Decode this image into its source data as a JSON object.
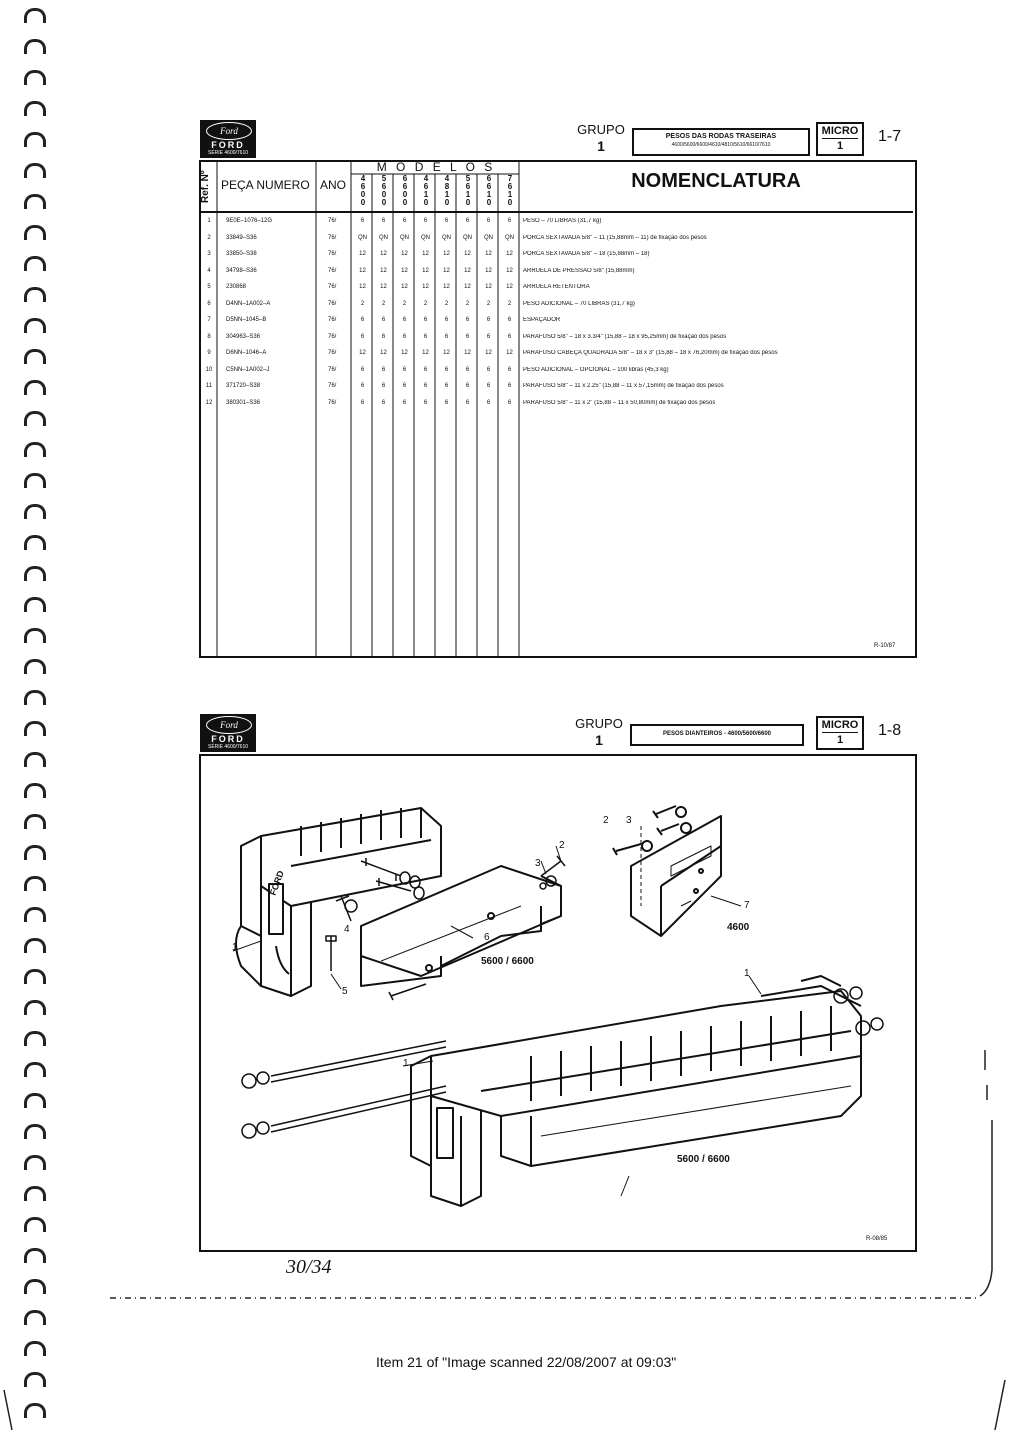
{
  "page1": {
    "logo": {
      "oval": "Ford",
      "word": "FORD",
      "sub": "SÉRIE 4600/7610"
    },
    "grupo_label": "GRUPO",
    "grupo_number": "1",
    "title_box": {
      "line1": "PESOS DAS RODAS TRASEIRAS",
      "line2": "4600/5600/6600/4610/4810/5610/6610/7610"
    },
    "micro_label": "MICRO",
    "micro_number": "1",
    "page_number": "1-7",
    "headers": {
      "ref": "Ref. Nº",
      "peca": "PEÇA NUMERO",
      "ano": "ANO",
      "modelos": "M O D E L O S",
      "nomenclatura": "NOMENCLATURA"
    },
    "models": [
      "4600",
      "5600",
      "6600",
      "4610",
      "4810",
      "5610",
      "6610",
      "7610"
    ],
    "rows": [
      {
        "ref": "1",
        "peca": "9E0E–1076–12G",
        "ano": "76/",
        "q": [
          "6",
          "6",
          "6",
          "6",
          "6",
          "6",
          "6",
          "6"
        ],
        "nom": "PESO – 70 LIBRAS (31,7 kg)"
      },
      {
        "ref": "2",
        "peca": "33849–S36",
        "ano": "76/",
        "q": [
          "QN",
          "QN",
          "QN",
          "QN",
          "QN",
          "QN",
          "QN",
          "QN"
        ],
        "nom": "PORCA SEXTAVADA 5/8\" – 11 (15,88mm – 11) de fixação dos pesos"
      },
      {
        "ref": "3",
        "peca": "33850–S38",
        "ano": "76/",
        "q": [
          "12",
          "12",
          "12",
          "12",
          "12",
          "12",
          "12",
          "12"
        ],
        "nom": "PORCA SEXTAVADA 5/8\" – 18 (15,88mm – 18)"
      },
      {
        "ref": "4",
        "peca": "34798–S36",
        "ano": "76/",
        "q": [
          "12",
          "12",
          "12",
          "12",
          "12",
          "12",
          "12",
          "12"
        ],
        "nom": "ARRUELA DE PRESSÃO 5/8\" (15,88mm)"
      },
      {
        "ref": "5",
        "peca": "230868",
        "ano": "76/",
        "q": [
          "12",
          "12",
          "12",
          "12",
          "12",
          "12",
          "12",
          "12"
        ],
        "nom": "ARRUELA RETENTORA"
      },
      {
        "ref": "6",
        "peca": "D4NN–1A002–A",
        "ano": "76/",
        "q": [
          "2",
          "2",
          "2",
          "2",
          "2",
          "2",
          "2",
          "2"
        ],
        "nom": "PESO ADICIONAL – 70 LIBRAS (31,7 kg)"
      },
      {
        "ref": "7",
        "peca": "D5NN–1045–B",
        "ano": "76/",
        "q": [
          "6",
          "6",
          "6",
          "6",
          "6",
          "6",
          "6",
          "6"
        ],
        "nom": "ESPAÇADOR"
      },
      {
        "ref": "8",
        "peca": "304963–S36",
        "ano": "76/",
        "q": [
          "6",
          "6",
          "6",
          "6",
          "6",
          "6",
          "6",
          "6"
        ],
        "nom": "PARAFUSO 5/8\" – 18 x 3.3/4\" (15,88 – 18 x 95,25mm) de fixação dos pesos"
      },
      {
        "ref": "9",
        "peca": "D6NN–1046–A",
        "ano": "76/",
        "q": [
          "12",
          "12",
          "12",
          "12",
          "12",
          "12",
          "12",
          "12"
        ],
        "nom": "PARAFUSO CABEÇA QUADRADA 5/8\" – 18 x 3\" (15,88 – 18 x 76,20mm) de fixação dos pesos"
      },
      {
        "ref": "10",
        "peca": "C5NN–1A002–J",
        "ano": "76/",
        "q": [
          "6",
          "6",
          "6",
          "6",
          "6",
          "6",
          "6",
          "6"
        ],
        "nom": "PESO ADICIONAL – OPCIONAL – 100 libras (45,3 kg)"
      },
      {
        "ref": "11",
        "peca": "371720–S38",
        "ano": "76/",
        "q": [
          "6",
          "6",
          "6",
          "6",
          "6",
          "6",
          "6",
          "6"
        ],
        "nom": "PARAFUSO 5/8\" – 11 x 2.25\" (15,88 – 11 x 57,15mm) de fixação dos pesos"
      },
      {
        "ref": "12",
        "peca": "380301–S36",
        "ano": "76/",
        "q": [
          "6",
          "6",
          "6",
          "6",
          "6",
          "6",
          "6",
          "6"
        ],
        "nom": "PARAFUSO 5/8\" – 11 x 2\" (15,88 – 11 x 50,80mm) de fixação dos pesos"
      }
    ],
    "rcode": "R-10/87"
  },
  "page2": {
    "logo": {
      "oval": "Ford",
      "word": "FORD",
      "sub": "SÉRIE 4600/7610"
    },
    "grupo_label": "GRUPO",
    "grupo_number": "1",
    "title_box": {
      "line1": "PESOS DIANTEIROS - 4600/5600/6600"
    },
    "micro_label": "MICRO",
    "micro_number": "1",
    "page_number": "1-8",
    "labels": {
      "model_5600_6600_a": "5600 / 6600",
      "model_4600": "4600",
      "model_5600_6600_b": "5600 / 6600",
      "part_1a": "1",
      "part_1b": "1",
      "part_1c": "1",
      "part_2a": "2",
      "part_2b": "2",
      "part_3a": "3",
      "part_3b": "3",
      "part_4": "4",
      "part_5": "5",
      "part_6": "6",
      "part_7": "7",
      "logo_text": "FORD"
    },
    "rcode": "R-08/85"
  },
  "handwriting": "30/34",
  "caption": "Item 21 of \"Image scanned 22/08/2007 at 09:03\""
}
